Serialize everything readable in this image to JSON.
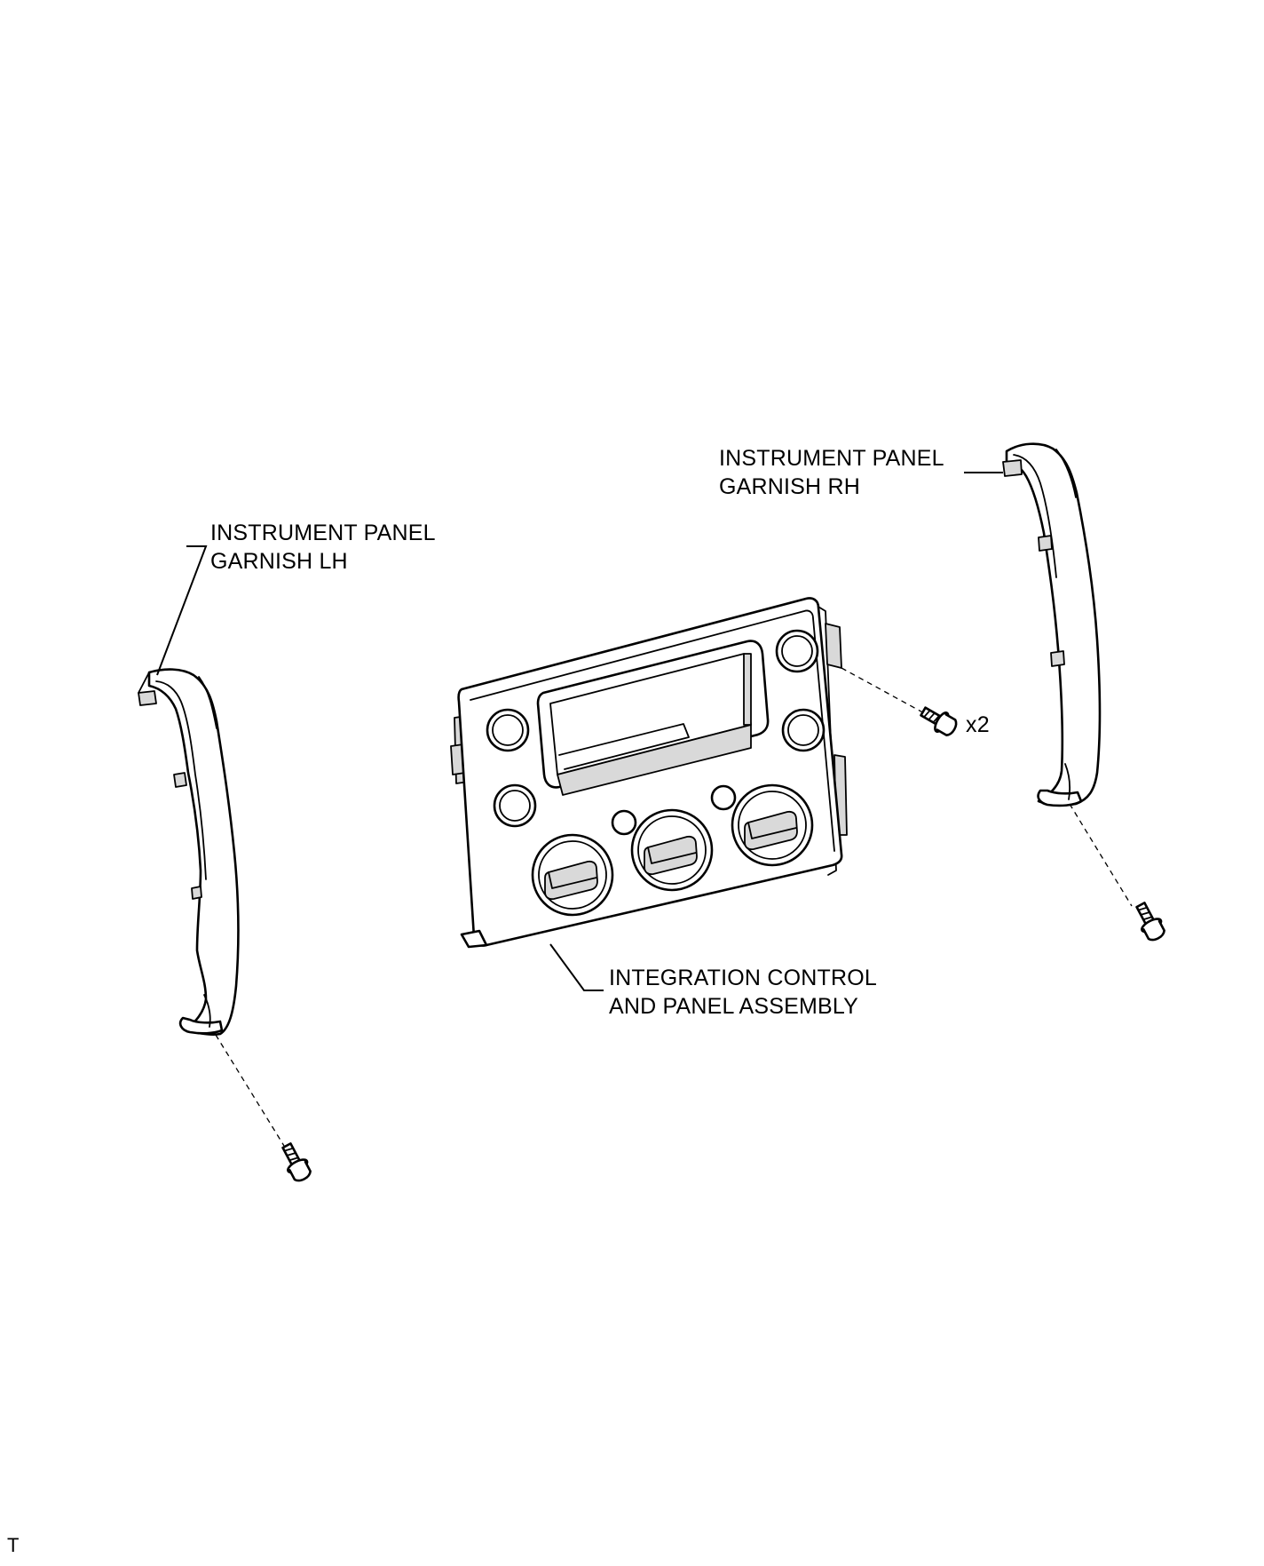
{
  "labels": {
    "garnish_lh": [
      "INSTRUMENT PANEL",
      "GARNISH LH"
    ],
    "garnish_rh": [
      "INSTRUMENT PANEL",
      "GARNISH RH"
    ],
    "control_panel": [
      "INTEGRATION CONTROL",
      "AND PANEL ASSEMBLY"
    ],
    "screw_qty": "x2",
    "corner_mark": "T"
  },
  "colors": {
    "line": "#000000",
    "background": "#ffffff"
  }
}
